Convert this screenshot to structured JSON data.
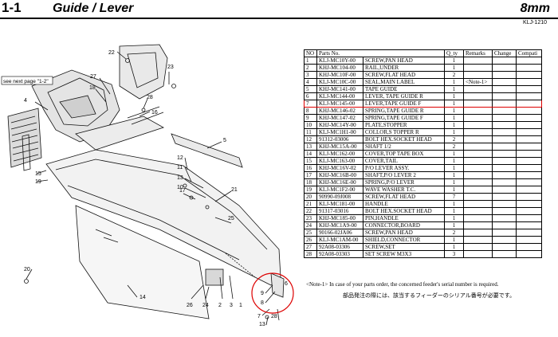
{
  "header": {
    "section": "1-1",
    "title": "Guide / Lever",
    "size": "8mm",
    "doc_code": "KLJ-1210"
  },
  "drawing": {
    "see_next_page": "see next page \"1-2\"",
    "callouts": [
      "22",
      "23",
      "27",
      "18",
      "28",
      "4",
      "16",
      "5",
      "15",
      "19",
      "12",
      "11",
      "13",
      "10",
      "21",
      "20",
      "26",
      "24",
      "2",
      "3",
      "1",
      "14",
      "9",
      "8",
      "7",
      "28",
      "13",
      "17",
      "25",
      "6"
    ]
  },
  "table": {
    "headers": [
      "NO",
      "Parts No.",
      "Q_ty",
      "Remarks",
      "Change",
      "Compati"
    ],
    "rows": [
      {
        "no": "1",
        "part": "KLJ-MC10Y-00",
        "name": "SCREW,PAN HEAD",
        "qty": "1",
        "remarks": ""
      },
      {
        "no": "2",
        "part": "KHJ-MC104-00",
        "name": "RAIL,UNDER",
        "qty": "1",
        "remarks": ""
      },
      {
        "no": "3",
        "part": "KHJ-MC10F-00",
        "name": "SCREW,FLAT HEAD",
        "qty": "2",
        "remarks": ""
      },
      {
        "no": "4",
        "part": "KLJ-MC10C-00",
        "name": "SEAL,MAIN LABEL",
        "qty": "1",
        "remarks": "<Note-1>"
      },
      {
        "no": "5",
        "part": "KHJ-MC141-00",
        "name": "TAPE GUIDE",
        "qty": "1",
        "remarks": ""
      },
      {
        "no": "6",
        "part": "KLJ-MC144-00",
        "name": "LEVER, TAPE GUIDE R",
        "qty": "1",
        "remarks": ""
      },
      {
        "no": "7",
        "part": "KLJ-MC145-00",
        "name": "LEVER,TAPE GUIDE F",
        "qty": "1",
        "remarks": ""
      },
      {
        "no": "8",
        "part": "KHJ-MC146-02",
        "name": "SPRING,TAPE GUIDE R",
        "qty": "1",
        "remarks": ""
      },
      {
        "no": "9",
        "part": "KHJ-MC147-02",
        "name": "SPRING,TAPE GUIDE F",
        "qty": "1",
        "remarks": ""
      },
      {
        "no": "10",
        "part": "KHJ-MC14Y-00",
        "name": "PLATE,STOPPER",
        "qty": "1",
        "remarks": ""
      },
      {
        "no": "11",
        "part": "KLJ-MC1H1-00",
        "name": "COLLOR,S TOPPER R",
        "qty": "1",
        "remarks": ""
      },
      {
        "no": "12",
        "part": "91312-03006",
        "name": "BOLT HEX.SOCKET HEAD",
        "qty": "2",
        "remarks": ""
      },
      {
        "no": "13",
        "part": "KHJ-MC15A-00",
        "name": "SHAFT 1/2",
        "qty": "2",
        "remarks": ""
      },
      {
        "no": "14",
        "part": "KLJ-MC162-00",
        "name": "COVER,TOP TAPE BOX",
        "qty": "1",
        "remarks": ""
      },
      {
        "no": "15",
        "part": "KLJ-MC163-00",
        "name": "COVER,TAIL",
        "qty": "1",
        "remarks": ""
      },
      {
        "no": "16",
        "part": "KHJ-MC16V-02",
        "name": "P/O LEVER ASSY.",
        "qty": "1",
        "remarks": ""
      },
      {
        "no": "17",
        "part": "KHJ-MC16B-00",
        "name": "SHAFT,P/O LEVER 2",
        "qty": "1",
        "remarks": ""
      },
      {
        "no": "18",
        "part": "KHJ-MC16E-00",
        "name": "SPRING,P/O LEVER",
        "qty": "1",
        "remarks": ""
      },
      {
        "no": "19",
        "part": "KLJ-MC1F2-00",
        "name": "WAVE WASHER T.C.",
        "qty": "1",
        "remarks": ""
      },
      {
        "no": "20",
        "part": "90990-09J008",
        "name": "SCREW,FLAT HEAD",
        "qty": "7",
        "remarks": ""
      },
      {
        "no": "21",
        "part": "KLJ-MC181-00",
        "name": "HANDLE",
        "qty": "1",
        "remarks": ""
      },
      {
        "no": "22",
        "part": "91317-03016",
        "name": "BOLT HEX.SOCKET HEAD",
        "qty": "1",
        "remarks": ""
      },
      {
        "no": "23",
        "part": "KHJ-MC185-00",
        "name": "PIN,HANDLE",
        "qty": "1",
        "remarks": ""
      },
      {
        "no": "24",
        "part": "KHJ-MC1A9-00",
        "name": "CONNECTOR,BOARD",
        "qty": "1",
        "remarks": ""
      },
      {
        "no": "25",
        "part": "90166-02JA06",
        "name": "SCREW,PAN HEAD",
        "qty": "2",
        "remarks": ""
      },
      {
        "no": "26",
        "part": "KLJ-MC1AM-00",
        "name": "SHIELD,CONNECTOR",
        "qty": "1",
        "remarks": ""
      },
      {
        "no": "27",
        "part": "92A08-03306",
        "name": "SCREW,SET",
        "qty": "1",
        "remarks": ""
      },
      {
        "no": "28",
        "part": "92A08-03303",
        "name": "SET SCREW M3X3",
        "qty": "3",
        "remarks": ""
      }
    ]
  },
  "notes": {
    "note1": "<Note-1> In case of your parts order, the concerned feeder's serial number is required.",
    "note1_jp": "部品発注の際には、該当するフィーダーのシリアル番号が必要です。"
  },
  "colors": {
    "highlight": "#dd0000",
    "text": "#000000"
  }
}
